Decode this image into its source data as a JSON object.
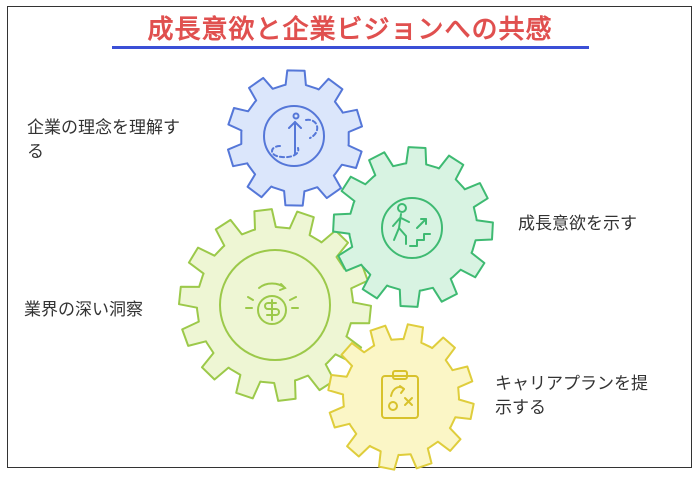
{
  "title": "成長意欲と企業ビジョンへの共感",
  "colors": {
    "title": "#e0504f",
    "underline": "#3b4fd6",
    "text": "#333333",
    "blue_fill": "#dbe6fb",
    "blue_stroke": "#5577d8",
    "green_fill": "#d8f3e2",
    "green_stroke": "#3eba72",
    "lime_fill": "#eef6d4",
    "lime_stroke": "#9cc94a",
    "yellow_fill": "#fbf6c6",
    "yellow_stroke": "#dfcd3c"
  },
  "items": [
    {
      "label_line1": "企業の理念を理解す",
      "label_line2": "る",
      "icon": "target-arrow-icon"
    },
    {
      "label": "成長意欲を示す",
      "icon": "climbing-stairs-icon"
    },
    {
      "label": "業界の深い洞察",
      "icon": "money-flow-icon"
    },
    {
      "label_line1": "キャリアプランを提",
      "label_line2": "示する",
      "icon": "strategy-clipboard-icon"
    }
  ]
}
